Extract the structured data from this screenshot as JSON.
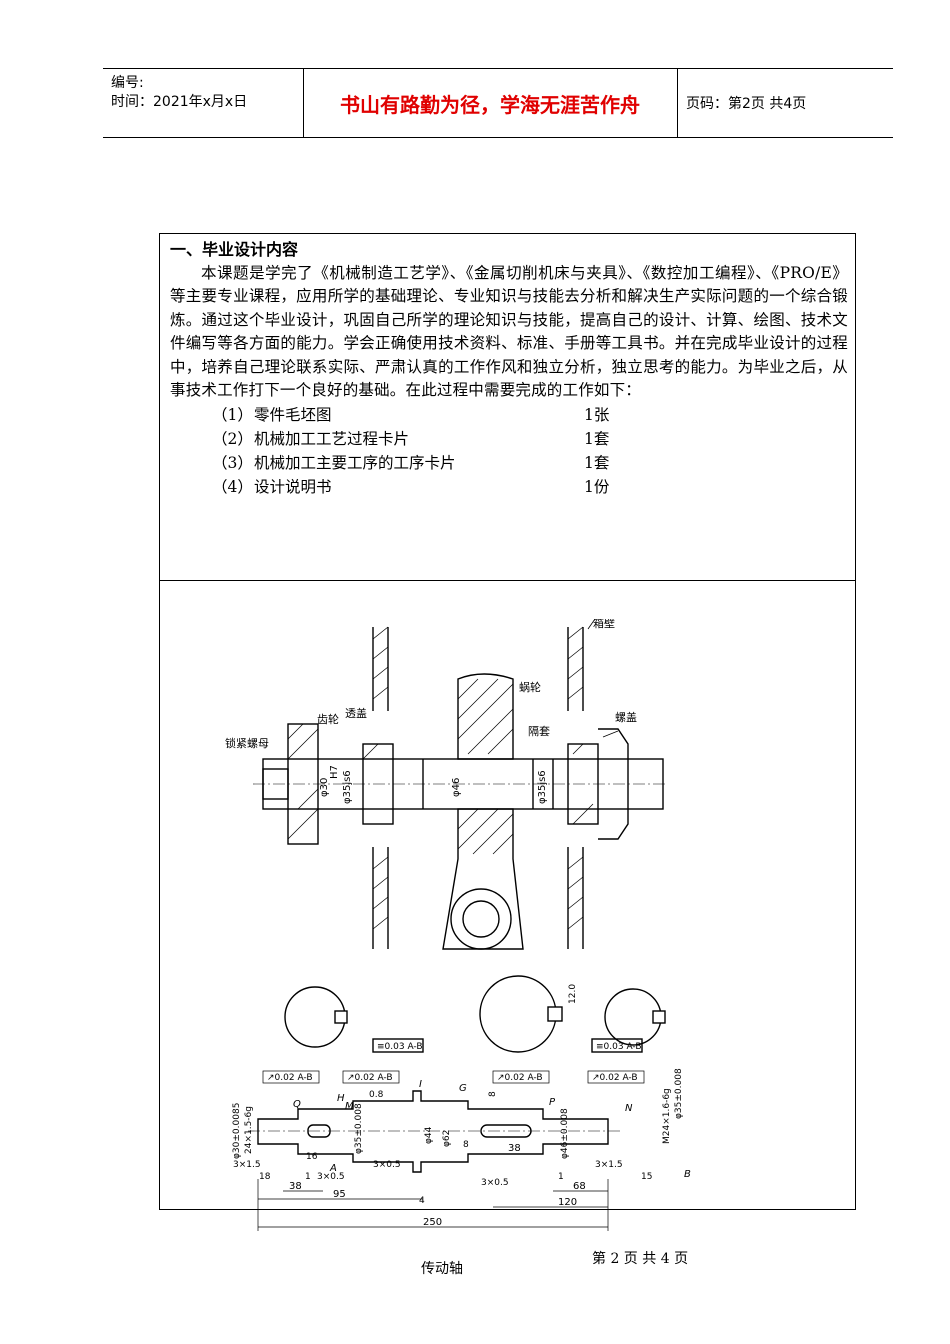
{
  "header": {
    "number_label": "编号:",
    "time_label": "时间：2021年x月x日",
    "motto": "书山有路勤为径，学海无涯苦作舟",
    "page_info": "页码：第2页  共4页"
  },
  "section": {
    "title": "一、毕业设计内容",
    "paragraph": "本课题是学完了《机械制造工艺学》、《金属切削机床与夹具》、《数控加工编程》、《PRO/E》等主要专业课程，应用所学的基础理论、专业知识与技能去分析和解决生产实际问题的一个综合锻炼。通过这个毕业设计，巩固自己所学的理论知识与技能，提高自己的设计、计算、绘图、技术文件编写等各方面的能力。学会正确使用技术资料、标准、手册等工具书。并在完成毕业设计的过程中，培养自己理论联系实际、严肃认真的工作作风和独立分析，独立思考的能力。为毕业之后，从事技术工作打下一个良好的基础。在此过程中需要完成的工作如下：",
    "items": [
      {
        "num": "（1）",
        "name": "零件毛坯图",
        "qty": "1张"
      },
      {
        "num": "（2）",
        "name": "机械加工工艺过程卡片",
        "qty": "1套"
      },
      {
        "num": "（3）",
        "name": "机械加工主要工序的工序卡片",
        "qty": "1套"
      },
      {
        "num": "（4）",
        "name": "设计说明书",
        "qty": "1份"
      }
    ]
  },
  "drawing": {
    "labels": {
      "box_wall": "箱壁",
      "worm_wheel": "蜗轮",
      "gear": "齿轮",
      "through_cover": "透盖",
      "lock_nut": "锁紧螺母",
      "spacer": "隔套",
      "screw_cover": "螺盖",
      "fit1": "φ30",
      "fit2": "φ35js6",
      "fit3": "φ46",
      "fit4": "φ35js6",
      "fit_h7": "H7",
      "tol1": "≡0.03 A-B",
      "tol2": "≡0.03 A-B",
      "runout1": "↗0.02 A-B",
      "runout2": "↗0.02 A-B",
      "runout3": "↗0.02 A-B",
      "runout4": "↗0.02 A-B",
      "dim_250": "250",
      "dim_95": "95",
      "dim_120": "120",
      "dim_68": "68",
      "dim_38a": "38",
      "dim_38b": "38",
      "dim_16": "16",
      "dim_18": "18",
      "dim_15": "15",
      "dim_4": "4",
      "dim_8": "8",
      "dim_1a": "1",
      "dim_1b": "1",
      "dim_3x15a": "3×1.5",
      "dim_3x15b": "3×1.5",
      "dim_3x05a": "3×0.5",
      "dim_3x05b": "3×0.5",
      "dim_3x05c": "3×0.5",
      "d_phi30": "φ30±0.0085",
      "d_24x15": "24×1.5-6g",
      "d_phi35a": "φ35±0.008",
      "d_phi44": "φ44",
      "d_phi62": "φ62",
      "d_phi46": "φ46±0.008",
      "d_m24": "M24×1.6-6g",
      "d_phi35b": "φ35±0.008",
      "ra": "0.8",
      "kw1": "8",
      "kw2": "12.0",
      "letter_q": "Q",
      "letter_m": "M",
      "letter_h": "H",
      "letter_i": "I",
      "letter_g": "G",
      "letter_p": "P",
      "letter_n": "N",
      "letter_a": "A",
      "letter_b": "B"
    }
  },
  "footer": {
    "page": "第 2 页  共 4 页",
    "caption": "传动轴"
  }
}
